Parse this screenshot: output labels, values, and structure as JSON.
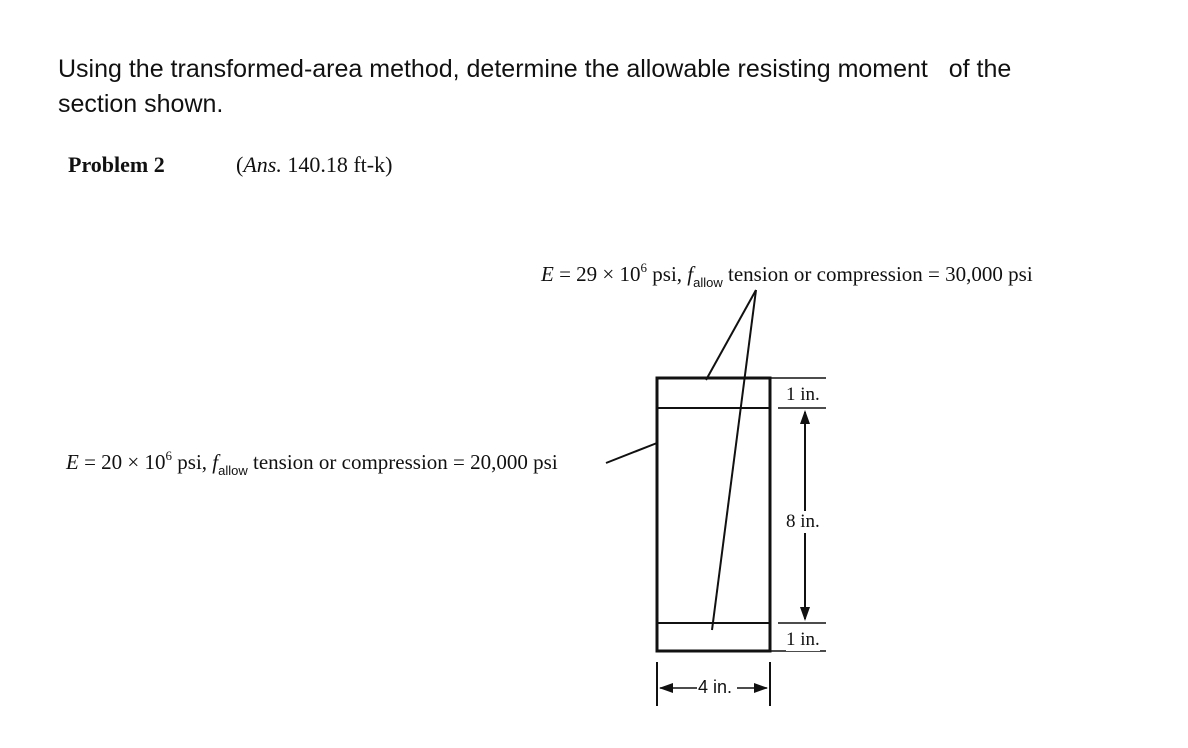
{
  "question": {
    "line1": "Using the transformed-area method, determine the allowable resisting moment   of the",
    "line2": "section shown."
  },
  "problem": {
    "label": "Problem 2",
    "answer_open": "(",
    "answer_ans": "Ans.",
    "answer_value": " 140.18 ft-k)"
  },
  "figure": {
    "top_label": {
      "e_prefix": "E",
      "e_eq": " = 29 × 10",
      "e_exp": "6",
      "e_unit": " psi, ",
      "f": "f",
      "f_sub": "allow",
      "rest": " tension or compression = 30,000 psi"
    },
    "left_label": {
      "e_prefix": "E",
      "e_eq": " = 20 × 10",
      "e_exp": "6",
      "e_unit": " psi, ",
      "f": "f",
      "f_sub": "allow",
      "rest": " tension or compression = 20,000 psi"
    },
    "dims": {
      "top_plate": "1 in.",
      "web": "8 in.",
      "bottom_plate": "1 in.",
      "width": "4 in."
    }
  }
}
